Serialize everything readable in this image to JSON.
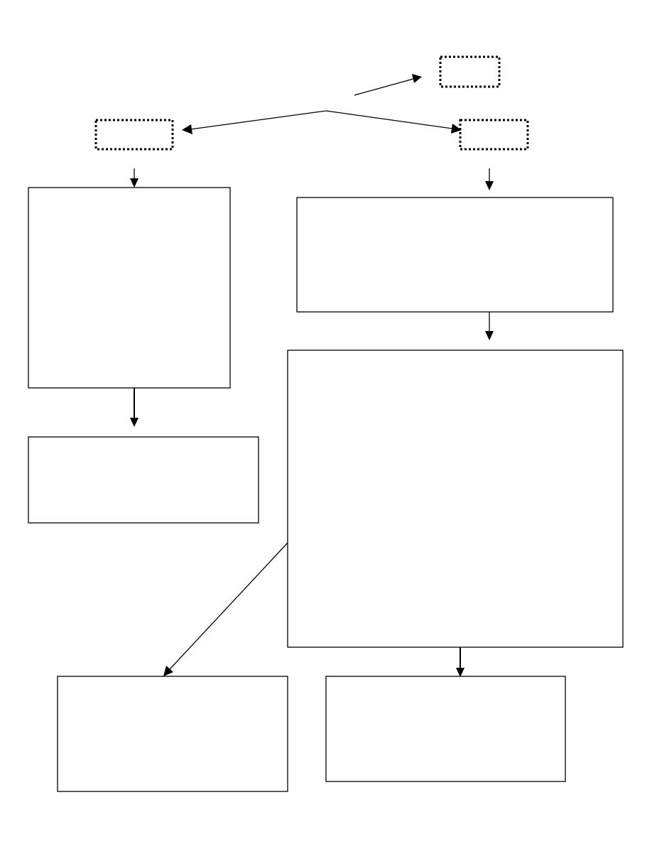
{
  "diagram": {
    "nodes": [
      {
        "id": "top-right-label",
        "style": "dotted",
        "text": ""
      },
      {
        "id": "left-branch-label",
        "style": "dotted",
        "text": ""
      },
      {
        "id": "right-branch-label",
        "style": "dotted",
        "text": ""
      },
      {
        "id": "left-upper-box",
        "style": "solid",
        "text": ""
      },
      {
        "id": "right-upper-box",
        "style": "solid",
        "text": ""
      },
      {
        "id": "left-lower-box",
        "style": "solid",
        "text": ""
      },
      {
        "id": "right-middle-box",
        "style": "solid",
        "text": ""
      },
      {
        "id": "bottom-left-box",
        "style": "solid",
        "text": ""
      },
      {
        "id": "bottom-right-box",
        "style": "solid",
        "text": ""
      }
    ],
    "edges": [
      {
        "from": "split-point",
        "to": "top-right-label"
      },
      {
        "from": "split-point",
        "to": "left-branch-label"
      },
      {
        "from": "split-point",
        "to": "right-branch-label"
      },
      {
        "from": "left-branch-label",
        "to": "left-upper-box"
      },
      {
        "from": "right-branch-label",
        "to": "right-upper-box"
      },
      {
        "from": "left-upper-box",
        "to": "left-lower-box"
      },
      {
        "from": "right-upper-box",
        "to": "right-middle-box"
      },
      {
        "from": "right-middle-box",
        "to": "bottom-left-box"
      },
      {
        "from": "right-middle-box",
        "to": "bottom-right-box"
      }
    ],
    "colors": {
      "stroke": "#000000",
      "background": "#ffffff"
    }
  }
}
